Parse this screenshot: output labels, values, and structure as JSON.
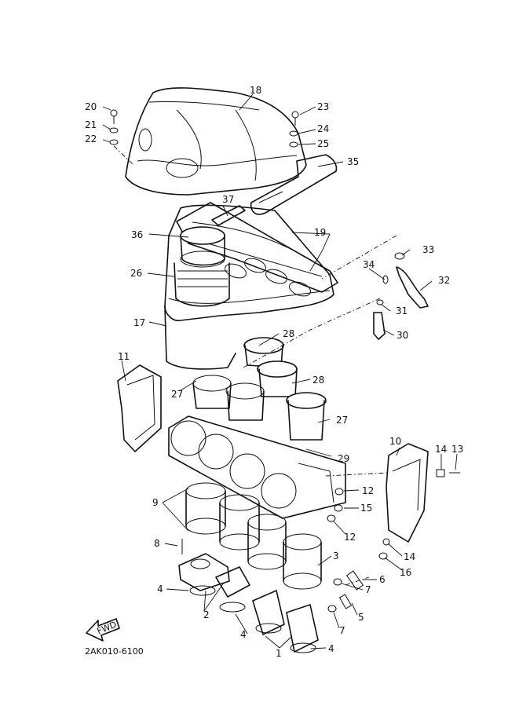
{
  "diagram": {
    "labels": [
      "1",
      "2",
      "3",
      "4",
      "4",
      "4",
      "5",
      "6",
      "7",
      "7",
      "8",
      "9",
      "10",
      "11",
      "12",
      "12",
      "13",
      "14",
      "14",
      "15",
      "16",
      "17",
      "18",
      "19",
      "20",
      "21",
      "22",
      "23",
      "24",
      "25",
      "26",
      "27",
      "27",
      "28",
      "28",
      "29",
      "30",
      "31",
      "32",
      "33",
      "34",
      "35",
      "36",
      "37"
    ],
    "fwd_text": "FWD",
    "part_code": "2AK010-6100"
  }
}
